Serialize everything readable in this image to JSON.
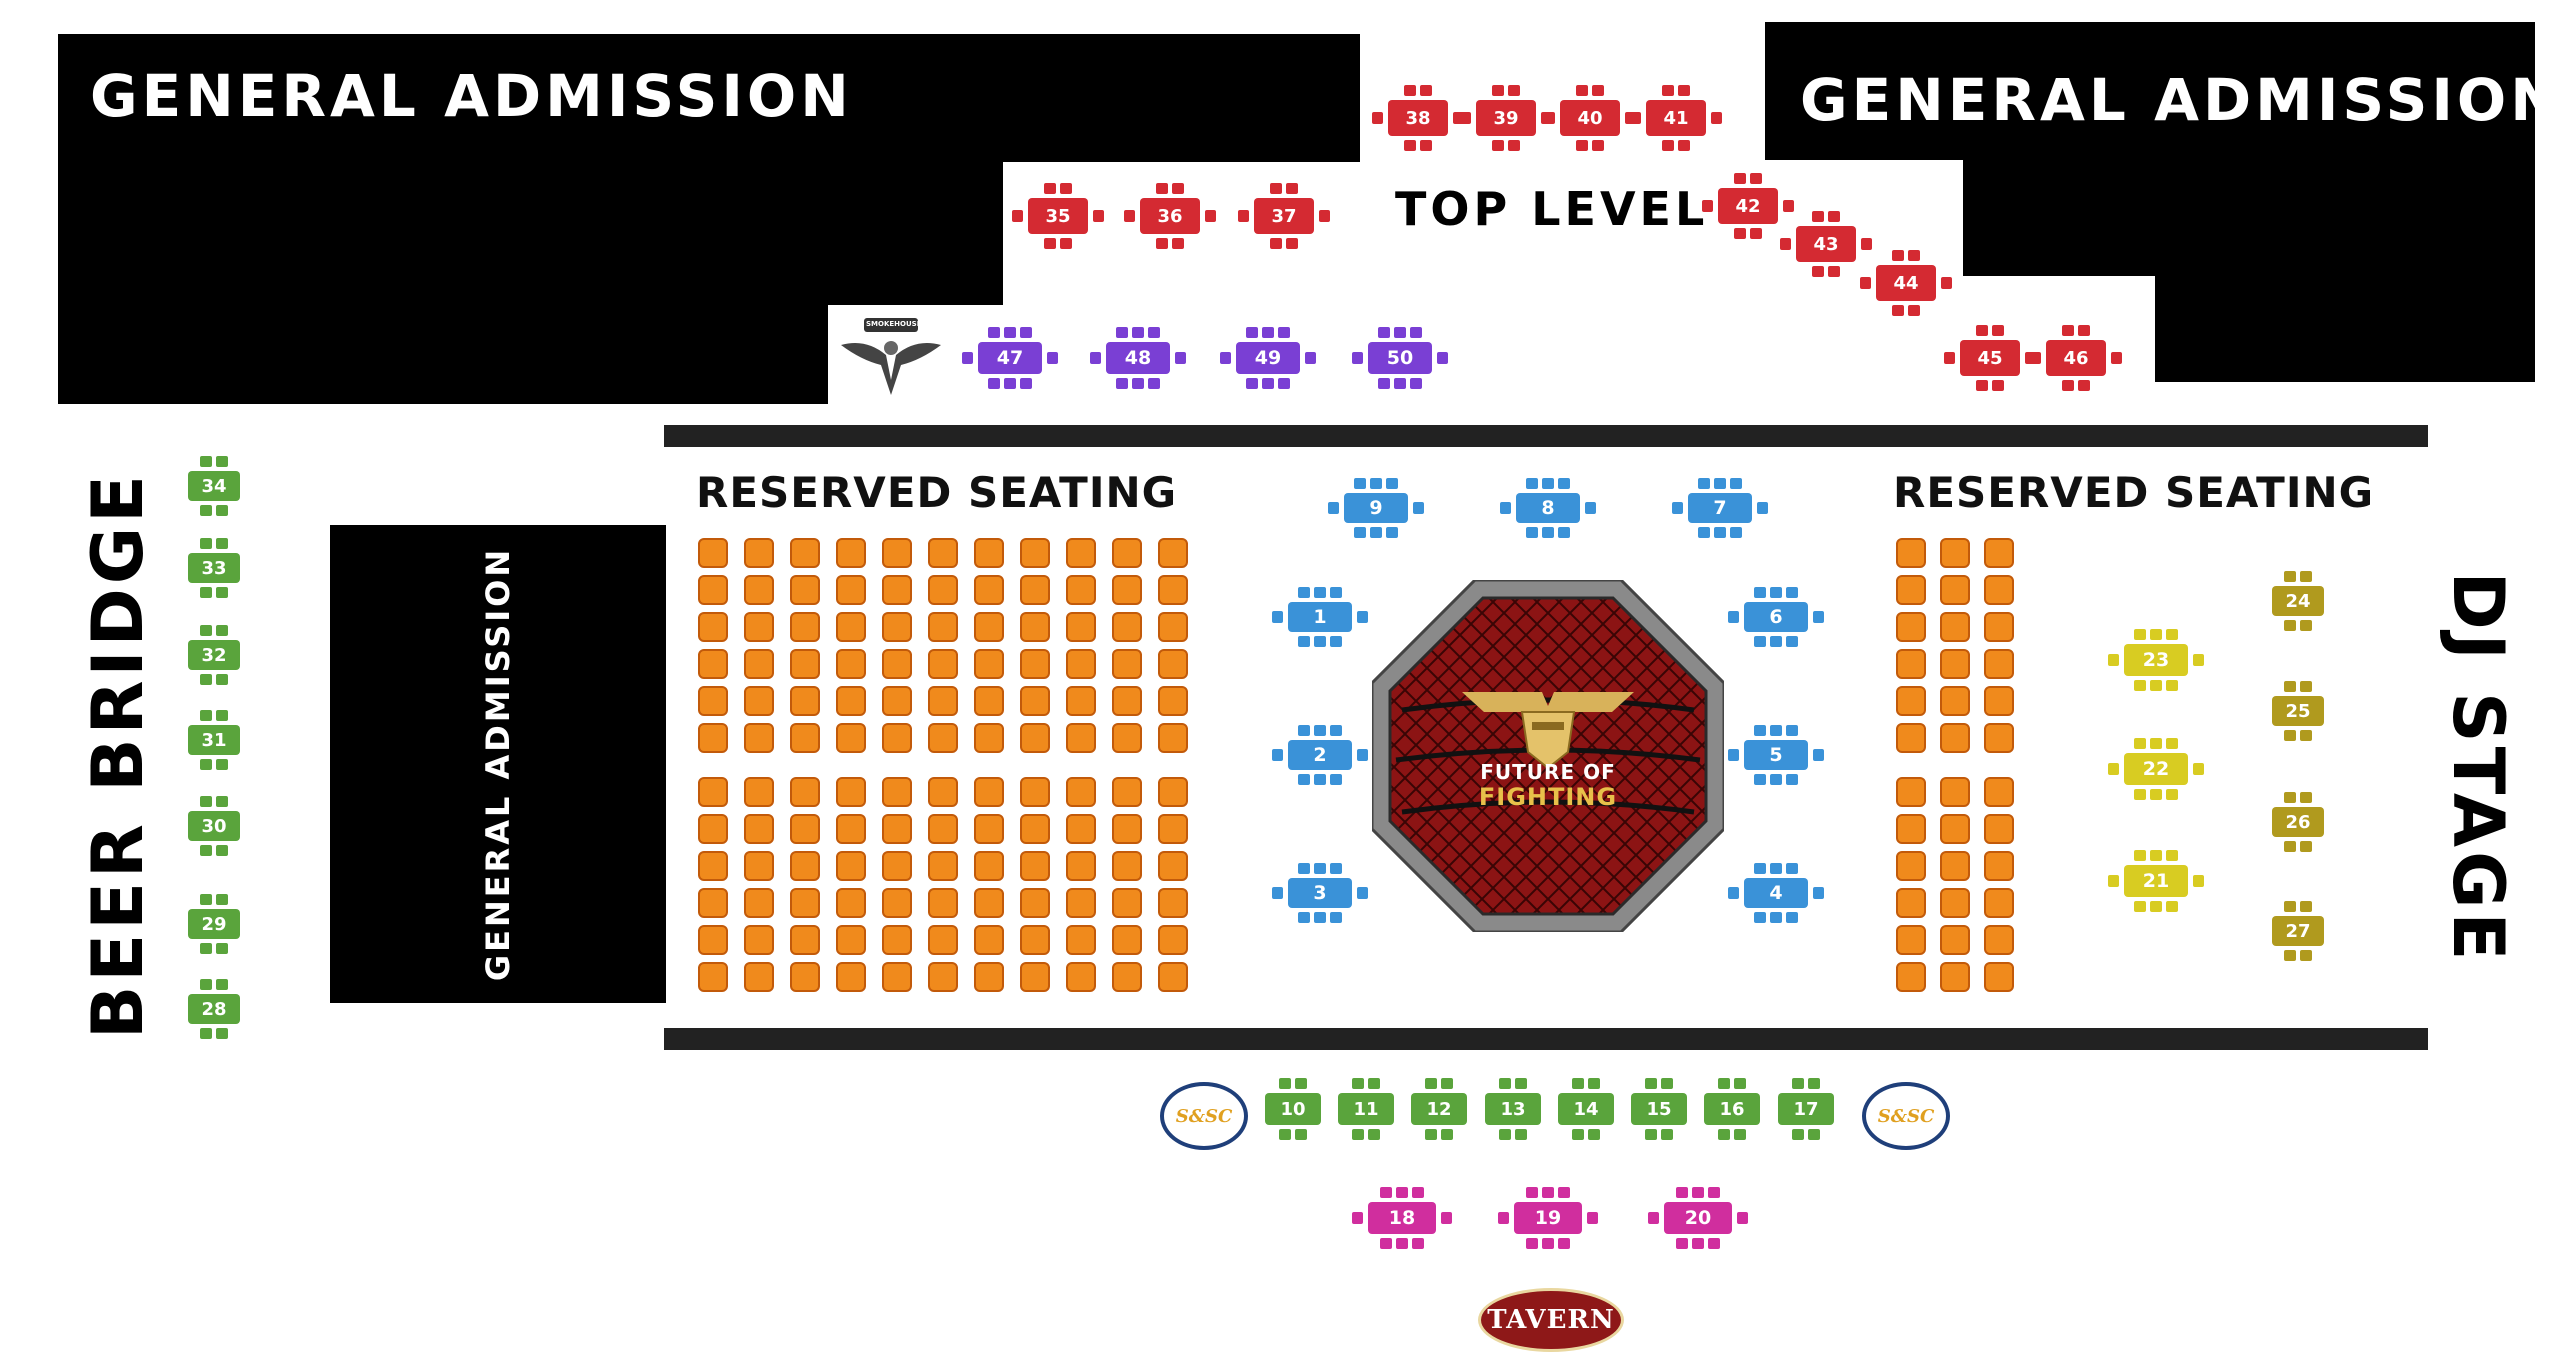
{
  "areas": {
    "ga_top_left": "GENERAL ADMISSION",
    "ga_top_right": "GENERAL ADMISSION",
    "ga_side": "GENERAL ADMISSION",
    "top_level": "TOP LEVEL",
    "beer_bridge": "BEER BRIDGE",
    "dj_stage": "DJ STAGE",
    "reserved_left": "RESERVED SEATING",
    "reserved_right": "RESERVED SEATING"
  },
  "cage": {
    "line1": "FUTURE OF",
    "line2": "FIGHTING"
  },
  "logos": {
    "tavern": "TAVERN",
    "sas_left": "S&SC",
    "sas_right": "S&SC",
    "eagle": "SMOKEHOUSE"
  },
  "colors": {
    "red": "#d42a32",
    "purple": "#7a3fd4",
    "blue": "#3a92d8",
    "green": "#5aa43c",
    "yellow": "#d8cc22",
    "olive": "#b09a1e",
    "magenta": "#d02e9e",
    "orange": "#f08a1c"
  },
  "tables": {
    "red": [
      "35",
      "36",
      "37",
      "38",
      "39",
      "40",
      "41",
      "42",
      "43",
      "44",
      "45",
      "46"
    ],
    "purple": [
      "47",
      "48",
      "49",
      "50"
    ],
    "blue": [
      "1",
      "2",
      "3",
      "4",
      "5",
      "6",
      "7",
      "8",
      "9"
    ],
    "green": [
      "10",
      "11",
      "12",
      "13",
      "14",
      "15",
      "16",
      "17"
    ],
    "magenta": [
      "18",
      "19",
      "20"
    ],
    "yellow": [
      "21",
      "22",
      "23"
    ],
    "olive": [
      "24",
      "25",
      "26",
      "27"
    ],
    "beer_bridge": [
      "28",
      "29",
      "30",
      "31",
      "32",
      "33",
      "34"
    ]
  },
  "reserved_blocks": {
    "left_cols": 11,
    "left_rows_upper": 6,
    "left_rows_lower": 6,
    "right_cols": 3,
    "right_rows_upper": 6,
    "right_rows_lower": 6
  }
}
